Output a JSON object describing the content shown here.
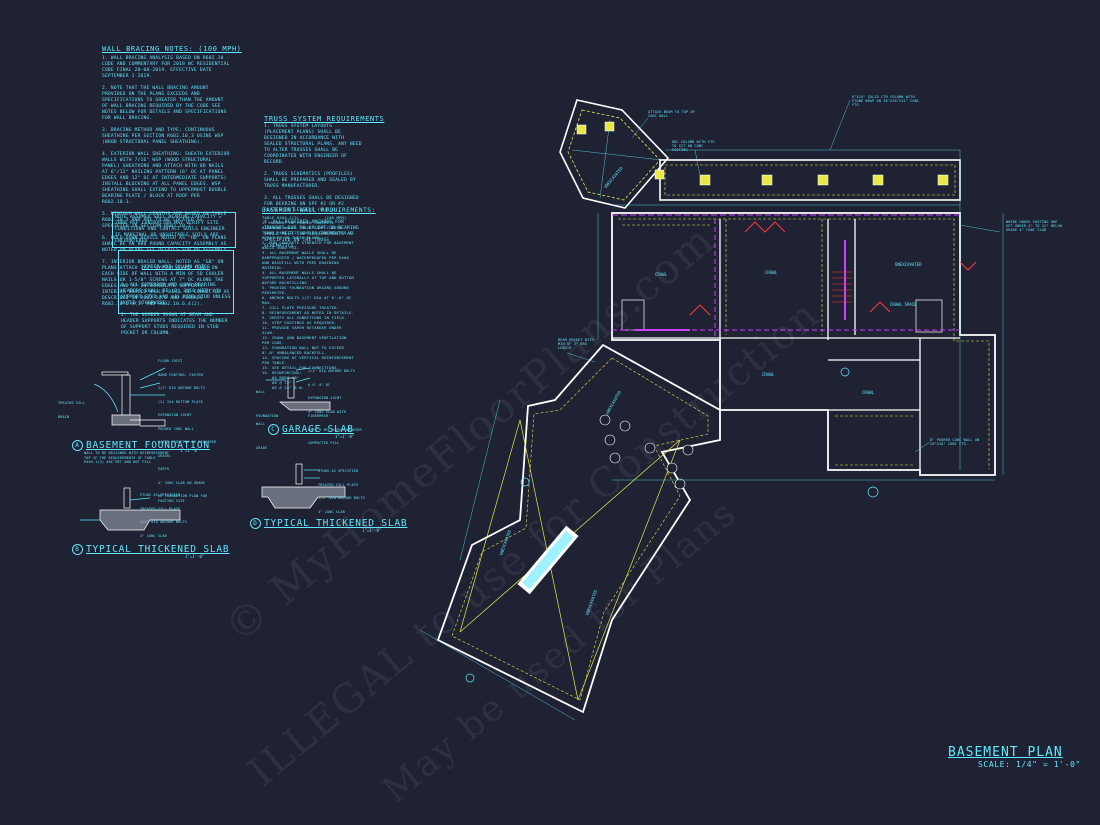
{
  "colors": {
    "background": "#1f2233",
    "line": "#5fe8ff",
    "wall": "#ffffff",
    "yellow": "#e8e84a",
    "magenta": "#d040ff",
    "red": "#ff3838"
  },
  "notes": {
    "wall_bracing": {
      "title": "WALL BRACING NOTES: (100 MPH)",
      "body": "1. WALL BRACING ANALYSIS BASED ON R602.10 - CODE AND COMMENTARY FOR 2018 NC RESIDENTIAL CODE FINAL 20-08-2019. EFFECTIVE DATE SEPTEMBER 1 2019.\n\n2. NOTE THAT THE WALL BRACING AMOUNT PROVIDED ON THE PLANS EXCEEDS AND SPECIFICATIONS TO GREATER THAN THE AMOUNT OF WALL BRACING REQUIRED BY THE CODE SEE NOTES BELOW FOR DETAILS AND SPECIFICATIONS FOR WALL BRACING.\n\n3. BRACING METHOD AND TYPE: CONTINUOUS SHEATHING PER SECTION R602.10.3 USING WSP (WOOD STRUCTURAL PANEL SHEATHING).\n\n4. EXTERIOR WALL SHEATHING: SHEATH EXTERIOR WALLS WITH 7/16\" WSP (WOOD STRUCTURAL PANEL) SHEATHING AND ATTACH WITH 8d NAILS AT 6\"/12\" NAILING PATTERN (6\" OC AT PANEL EDGES AND 12\" OC AT INTERMEDIATE SUPPORTS) INSTALL BLOCKING AT ALL PANEL EDGES. WSP SHEATHING SHALL EXTEND TO UPPERMOST DOUBLE BEARING PLATE / BLOCK AT ROOF PER R602.10.3.\n\n5. MINIMUM WALL LENGTHS ARE BASED ON TABLE R602.10.5 AND ARE TO BE LOCATED AS SPECIFIED IN SECTION R602.10.2.\n\n6. HOLD-DOWN DEVICE NOTED AS \"HD\" ON PLANS SHALL BE AN 800 POUND CAPACITY ASSEMBLY AS NOTED ON PLANS SEE DETAILS FOR HD ASSEMBLY.\n\n7. INTERIOR BRACED WALL: NOTED AS \"GB\" ON PLANS ATTACH 1/2\" GYPSUM BOARD (GWB) ON EACH SIDE OF WALL WITH A MIN OF 5d COOLER NAILS OR 1-5/8\" SCREWS AT 7\" OC ALONG THE EDGES AND AT INTERMEDIATE SUPPORTS. INTERIOR BRACED WALLS SHALL BE CONNECTED AS DESCRIBED IN R602.10.6 AND FIGURES R602.10.6.4(1) AND R602.10.6.4(2)."
    },
    "soil": {
      "body": "NOTE ASSUMED SOIL BEARING CAPACITY = 2000 PSF CONTRACTOR MAY VERIFY SITE CONDITIONS AND CONTACT SOILS ENGINEER IF MARGINAL OR UNSUITABLE SOILS ARE ENCOUNTERED"
    },
    "header_column": {
      "title": "HEADER AND COLUMN NOTES",
      "body": "1. ALL EXTERIOR AND LOAD BEARING HEADERS SHALL BE (2) 2x10 WITH (1) SUPPORT STUD AND (1) KING STUD UNLESS NOTED OTHERWISE.\n\n2. THE NUMBER SHOWN AT BEAM AND HEADER SUPPORTS INDICATES THE NUMBER OF SUPPORT STUDS REQUIRED IN STUD POCKET OR COLUMN."
    },
    "truss": {
      "title": "TRUSS SYSTEM REQUIREMENTS",
      "body": "1. TRUSS SYSTEM LAYOUTS (PLACEMENT PLANS) SHALL BE DESIGNED IN ACCORDANCE WITH SEALED STRUCTURAL PLANS. ANY NEED TO ALTER TRUSSES SHALL BE COORDINATED WITH ENGINEER OF RECORD.\n\n2. TRUSS SCHEMATICS (PROFILES) SHALL BE PREPARED AND SEALED BY TRUSS MANUFACTURER.\n\n3. ALL TRUSSES SHALL BE DESIGNED FOR BEARING ON SPF #2 OR #2 PLATES OR LEDGERS (U.N.O.)\n\n4. ALL REQUIRED ANCHORS FOR TRUSSES DUE TO UPLIFT OR BEARING SHALL MEET THE REQUIREMENTS AS SPECIFIED ON THE TRUSS SCHEMATICS."
    },
    "basement_wall": {
      "title": "BASEMENT WALL REQUIREMENTS:",
      "body": "TABLE R404.1(2)          (100 MPH)\n1. MASONRY OR POURED CONCRETE BASEMENT WALLS SHALL COMPLY WITH TABLE R404.1(2) AND BE CONSTRUCTED AS DETAILED ON THESE PLANS.\n2. MIN CONCRETE STRENGTH FOR BASEMENT WALLS 3000 PSI.\n3. ALL BASEMENT WALLS SHALL BE DAMPPROOFED / WATERPROOFED PER R406 AND BACKFILL WITH FREE DRAINING MATERIAL.\n4. ALL BASEMENT WALLS SHALL BE SUPPORTED LATERALLY AT TOP AND BOTTOM BEFORE BACKFILLING.\n5. PROVIDE FOUNDATION DRAINS AROUND PERIMETER.\n6. ANCHOR BOLTS 1/2\" DIA AT 6'-0\" OC MAX.\n7. SILL PLATE PRESSURE TREATED.\n8. REINFORCEMENT AS NOTED IN DETAILS.\n9. VERIFY ALL CONDITIONS IN FIELD.\n10. STEP FOOTINGS AS REQUIRED.\n11. PROVIDE VAPOR RETARDER UNDER SLAB.\n12. CRAWL AND BASEMENT VENTILATION PER CODE.\n13. FOUNDATION WALL NOT TO EXCEED 8'-0\" UNBALANCED BACKFILL.\n14. SPACING OF VERTICAL REINFORCEMENT PER TABLE.\n15. SEE DETAIL FOR CONNECTIONS.\n16. REINFORCING:\n    #5 BARS 48\"\n    #6 @ 72\"\n    #5 @ 24\" E.W."
    }
  },
  "details": {
    "basement_foundation": {
      "num": "A",
      "title": "BASEMENT FOUNDATION",
      "scale": "1\"=1'-0\"",
      "note": "WALL TO BE DESIGNED WITH REINFORCEMENT TOP IF THE REQUIREMENTS OF TABLE R404.1(2) ARE MET AND NOT FILL",
      "labels": [
        "FLOOR JOIST",
        "BAND FOOTING, FASTEN",
        "1/2\" DIA ANCHOR BOLTS",
        "(2) 2x4 BOTTOM PLATE",
        "TREATED SILL",
        "EXPANSION JOINT",
        "POURED CONC WALL",
        "WATER PROOFING AS REQUIRED",
        "GRAVEL",
        "EARTH",
        "4\" CONC SLAB ON GRADE",
        "RE FOUNDATION PLAN FOR FOOTING SIZE",
        "DRAIN"
      ]
    },
    "garage_slab": {
      "num": "C",
      "title": "GARAGE SLAB",
      "scale": "1\"=1'-0\"",
      "labels": [
        "WALL",
        "FOUNDATION WALL",
        "GRADE",
        "1/2\" DIA ANCHOR BOLTS",
        "@ 6'-0\" OC",
        "EXPANSION JOINT",
        "4\" CONC SLAB WITH FIBERMESH",
        "OVER 6 MIL VAPOR BARRIER",
        "COMPACTED FILL"
      ]
    },
    "thickened_slab_b": {
      "num": "B",
      "title": "TYPICAL THICKENED SLAB",
      "scale": "1\"=1'-0\"",
      "labels": [
        "STUDS AS SPECIFIED",
        "TREATED SILL PLATE",
        "1/2\" DIA ANCHOR BOLTS",
        "4\" CONC SLAB"
      ]
    },
    "thickened_slab_d": {
      "num": "D",
      "title": "TYPICAL THICKENED SLAB",
      "scale": "1\"=1'-0\"",
      "labels": [
        "STUDS AS SPECIFIED",
        "TREATED SILL PLATE",
        "1/2\" DIA ANCHOR BOLTS",
        "4\" CONC SLAB"
      ]
    }
  },
  "plan": {
    "title": "BASEMENT PLAN",
    "scale": "SCALE: 1/4\" = 1'-0\"",
    "room_labels": [
      "CRAWL",
      "CRAWL",
      "UNEXCAVATED",
      "CRAWL SPACE",
      "CRAWL",
      "CRAWL",
      "UNEXCAVATED",
      "UNEXCAVATED",
      "UNEXCAVATED",
      "UNEXCAVATED"
    ],
    "callouts": [
      "ATTACH BEAM TO TOP OF CONC WALL",
      "DBL COLUMN WITH FTG TO SIT ON CONC FOOTING",
      "8\"x24\" SOLID CTR COLUMN WITH STONE WRAP ON 36\"x36\"x12\" CONC FTG.",
      "WHERE HOUSE FOOTING ARE SET UNDER 4\" TO 12\" BELOW GRADE 4\" CONC SLAB",
      "8\" POURED CONC WALL ON 20\"x10\" CONC FTG.",
      "BEAM POCKET WITH MIN OF 3\" BRG LENGTH"
    ]
  },
  "watermark": {
    "line1": "© MyHomeFloorPlans.com",
    "line2": "ILLEGAL to use for Construction",
    "line3": "May be used for Plans"
  }
}
